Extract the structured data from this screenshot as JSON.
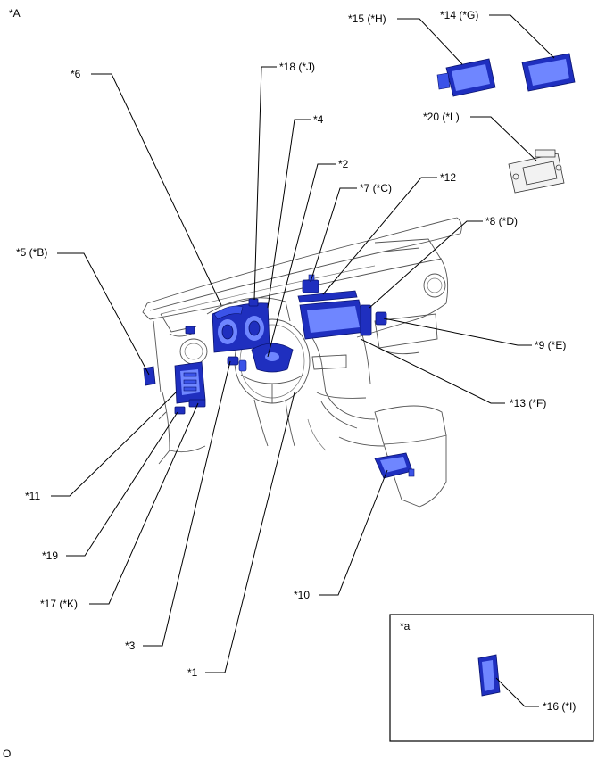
{
  "figure_label": "*A",
  "corner_code": "O",
  "inset_label": "*a",
  "callouts": {
    "c1": "*1",
    "c2": "*2",
    "c3": "*3",
    "c4": "*4",
    "c5": "*5 (*B)",
    "c6": "*6",
    "c7": "*7 (*C)",
    "c8": "*8 (*D)",
    "c9": "*9 (*E)",
    "c10": "*10",
    "c11": "*11",
    "c12": "*12",
    "c13": "*13 (*F)",
    "c14": "*14 (*G)",
    "c15": "*15 (*H)",
    "c16": "*16 (*I)",
    "c17": "*17 (*K)",
    "c18": "*18 (*J)",
    "c19": "*19",
    "c20": "*20 (*L)"
  },
  "colors": {
    "component_fill": "#1f2fbf",
    "component_highlight": "#6f86ff",
    "outline": "#555555",
    "leader_line": "#000000"
  }
}
